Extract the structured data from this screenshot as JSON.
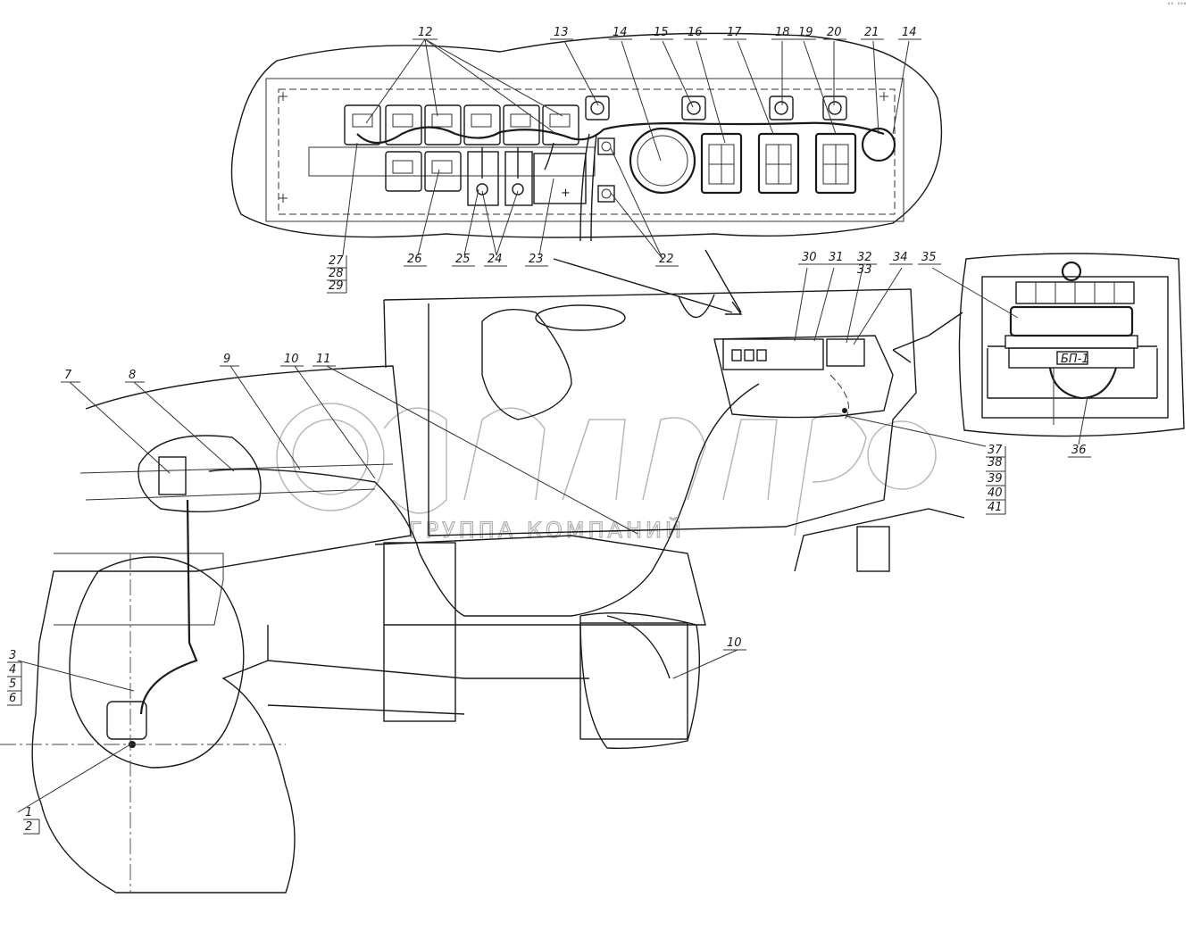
{
  "corner_mark": "⁴⁰ ⁰⁰⁸",
  "watermark": {
    "brand": "белагро",
    "subtitle": "ГРУППА КОМПАНИЙ"
  },
  "panel_label": "БП-1",
  "callouts": {
    "c1": "1",
    "c2": "2",
    "c3": "3",
    "c4": "4",
    "c5": "5",
    "c6": "6",
    "c7": "7",
    "c8": "8",
    "c9": "9",
    "c10a": "10",
    "c10b": "10",
    "c11": "11",
    "c12": "12",
    "c13": "13",
    "c14a": "14",
    "c14b": "14",
    "c15": "15",
    "c16": "16",
    "c17": "17",
    "c18": "18",
    "c19": "19",
    "c20": "20",
    "c21": "21",
    "c22": "22",
    "c23": "23",
    "c24": "24",
    "c25": "25",
    "c26": "26",
    "c27": "27",
    "c28": "28",
    "c29": "29",
    "c30": "30",
    "c31": "31",
    "c32": "32",
    "c33": "33",
    "c34": "34",
    "c35": "35",
    "c36": "36",
    "c37": "37",
    "c38": "38",
    "c39": "39",
    "c40": "40",
    "c41": "41"
  }
}
